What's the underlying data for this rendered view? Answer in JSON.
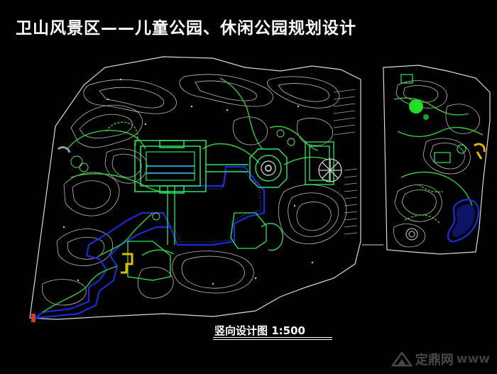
{
  "title": "卫山风景区——儿童公园、休闲公园规划设计",
  "caption": "竖向设计图   1:500",
  "watermark": {
    "brand": "定鼎网",
    "site": "www"
  },
  "colors": {
    "background": "#000000",
    "boundary": "#d9d9d9",
    "contour": "#cfcfcf",
    "path_green": "#33cc33",
    "water_blue": "#1a2bd0",
    "plaza_green": "#2ee65a",
    "tree_green": "#22dd22"
  }
}
